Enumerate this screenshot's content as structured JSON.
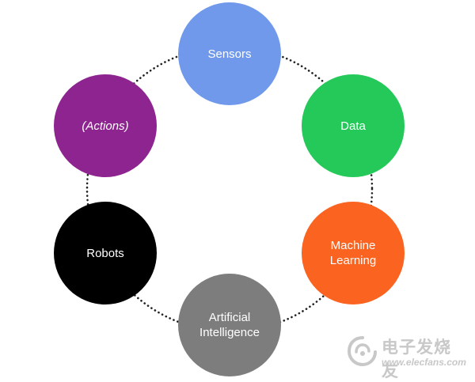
{
  "diagram": {
    "nodes": [
      {
        "id": "sensors",
        "label": "Sensors",
        "color": "#7099ec"
      },
      {
        "id": "data",
        "label": "Data",
        "color": "#24c95a"
      },
      {
        "id": "ml",
        "label": "Machine\nLearning",
        "color": "#fb6320"
      },
      {
        "id": "ai",
        "label": "Artificial\nIntelligence",
        "color": "#7d7d7d"
      },
      {
        "id": "robots",
        "label": "Robots",
        "color": "#000000"
      },
      {
        "id": "actions",
        "label": "(Actions)",
        "color": "#8e2490"
      }
    ],
    "ring_color": "#222222"
  },
  "watermark": {
    "text_cn": "电子发烧友",
    "url": "www.elecfans.com"
  }
}
